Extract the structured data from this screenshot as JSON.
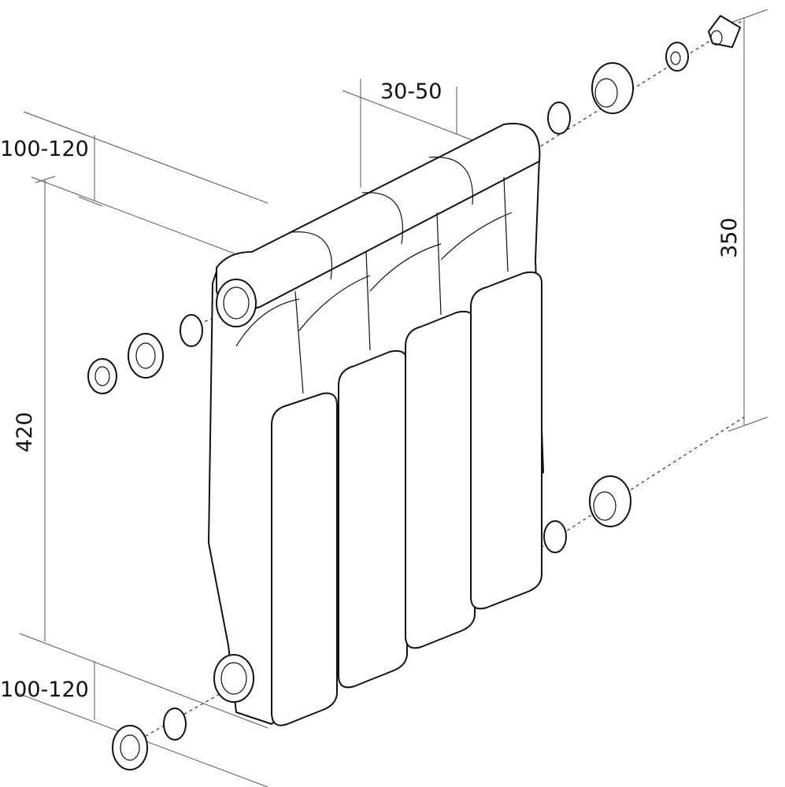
{
  "labels": {
    "top_depth": "100-120",
    "bottom_depth": "100-120",
    "section_gap": "30-50",
    "total_height": "420",
    "axis_distance": "350"
  },
  "colors": {
    "line": "#111111",
    "dimension": "#555555",
    "background": "#ffffff"
  }
}
